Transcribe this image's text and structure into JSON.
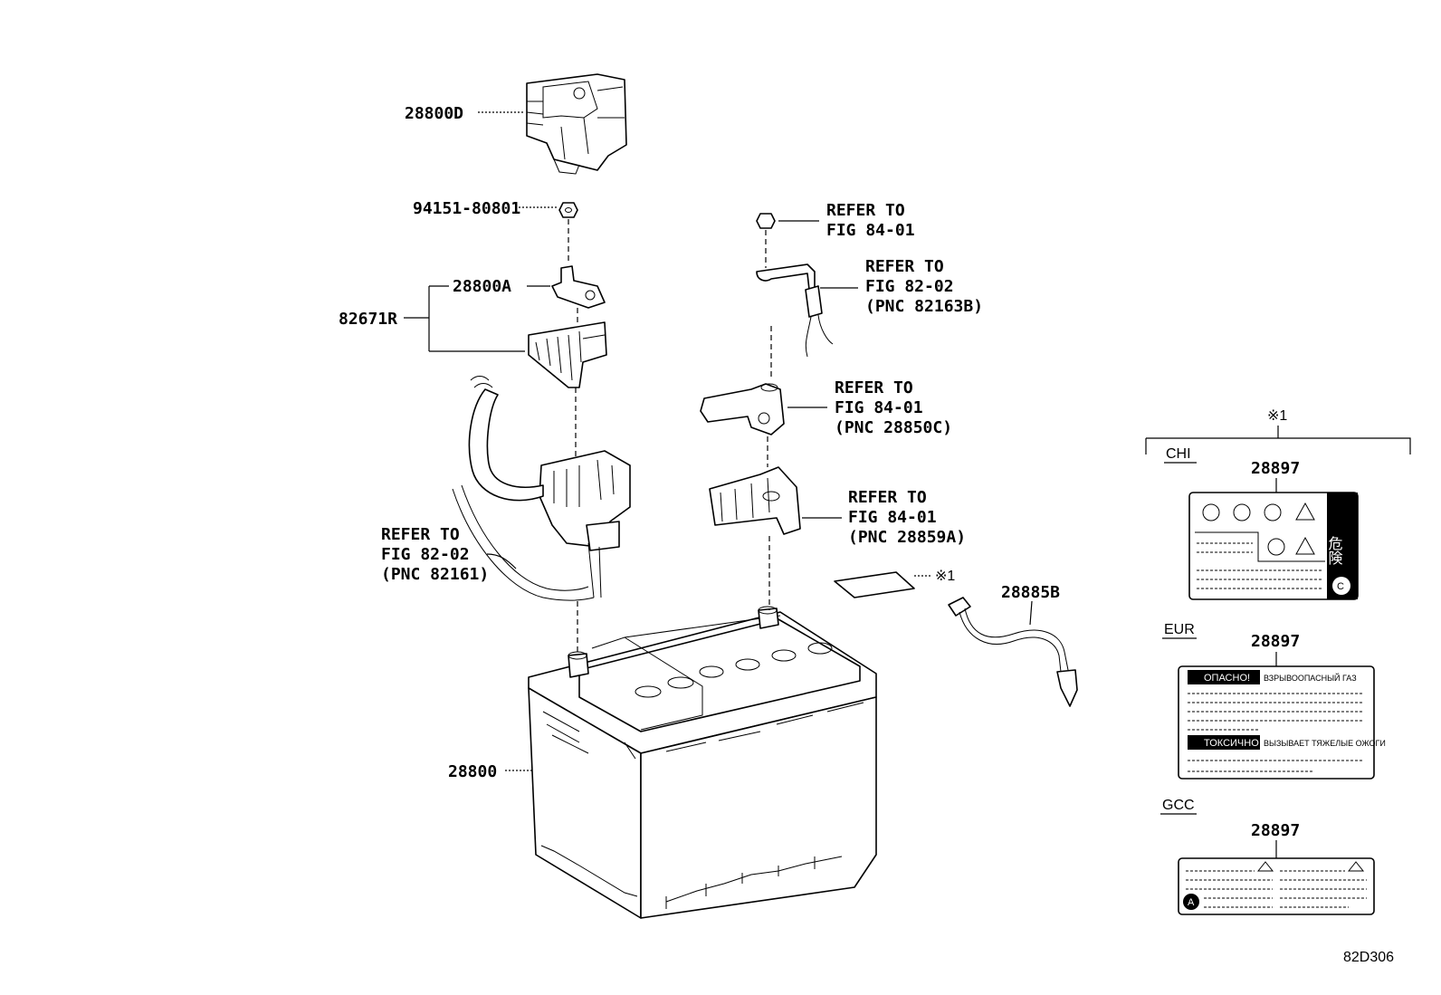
{
  "labels": {
    "cover_top": "28800D",
    "nut": "94151-80801",
    "clamp": "28800A",
    "bracket_group": "82671R",
    "refer_neg_cable": [
      "REFER TO",
      "FIG 82-02",
      "(PNC 82161)"
    ],
    "battery": "28800",
    "refer_nut_top": [
      "REFER TO",
      "FIG 84-01"
    ],
    "refer_pos_cable": [
      "REFER TO",
      "FIG 82-02",
      "(PNC 82163B)"
    ],
    "refer_terminal": [
      "REFER TO",
      "FIG 84-01",
      "(PNC 28850C)"
    ],
    "refer_cover": [
      "REFER TO",
      "FIG 84-01",
      "(PNC 28859A)"
    ],
    "note_ref": "※1",
    "vent_hose": "28885B",
    "figure_code": "82D306"
  },
  "legend": {
    "header": "※1",
    "sections": [
      {
        "region": "CHI",
        "part": "28897",
        "danger_chars": "危険",
        "badge": "C"
      },
      {
        "region": "EUR",
        "part": "28897",
        "line1": "ОПАСНО!",
        "line1_tail": "ВЗРЫВООПАСНЫЙ ГАЗ",
        "line2": "ТОКСИЧНО",
        "line2_tail": "ВЫЗЫВАЕТ ТЯЖЕЛЫЕ ОЖОГИ"
      },
      {
        "region": "GCC",
        "part": "28897",
        "badge": "A"
      }
    ]
  }
}
